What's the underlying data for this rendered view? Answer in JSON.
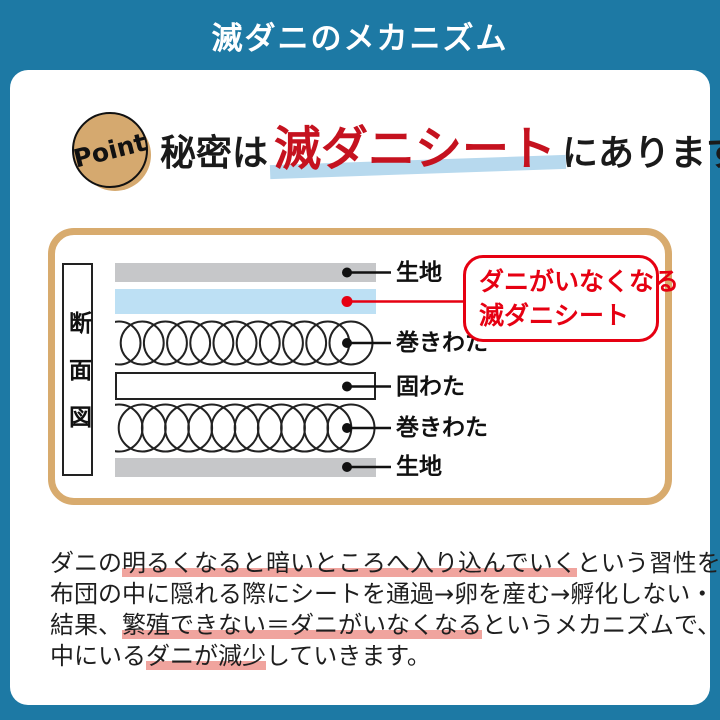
{
  "header": {
    "title": "滅ダニのメカニズム"
  },
  "point": {
    "label": "Point"
  },
  "headline": {
    "pre": "秘密は",
    "emphasis": "滅ダニシート",
    "post": "にあります！"
  },
  "diagram": {
    "section_label": "断面図",
    "labels": [
      "生地",
      "巻きわた",
      "固わた",
      "巻きわた",
      "生地"
    ],
    "callout": {
      "line1": "ダニがいなくなる",
      "line2": "滅ダニシート"
    }
  },
  "paragraph": {
    "l1a": "ダニの",
    "l1b": "明るくなると暗いところへ入り込んでいく",
    "l1c": "という習性を利用し、",
    "l2": "布団の中に隠れる際にシートを通過→卵を産む→孵化しない・・・",
    "l3a": "結果、",
    "l3b": "繁殖できない＝ダニがいなくなる",
    "l3c": "というメカニズムで、布団の",
    "l4a": "中にいる",
    "l4b": "ダニが減少",
    "l4c": "していきます。"
  },
  "colors": {
    "background_blue": "#1d79a4",
    "tan_border": "#d8ab6e",
    "sheet_blue": "#bde0f4",
    "highlight_blue": "#b7d9ee",
    "fabric_gray": "#c6c7c9",
    "headline_red": "#c5121f",
    "callout_red": "#e60012",
    "underline_pink": "#f0a49e"
  }
}
